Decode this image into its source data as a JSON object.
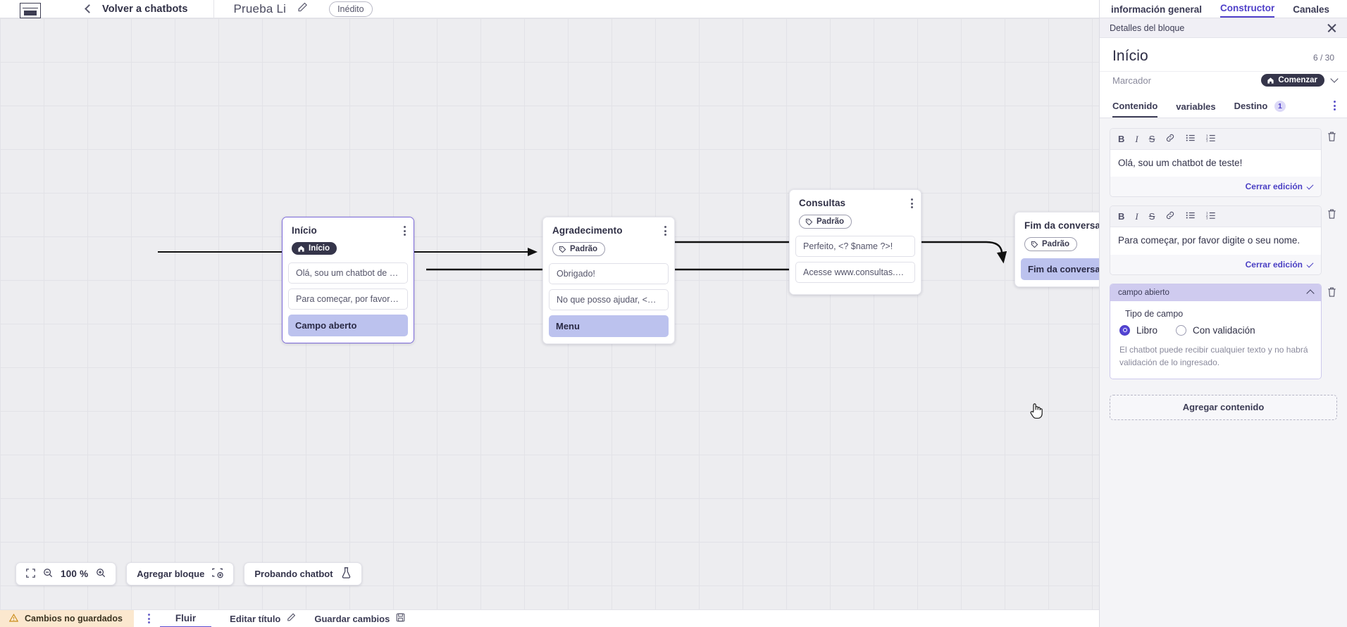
{
  "topbar": {
    "logo_icon": "app-logo-icon",
    "back_chevron_icon": "chevron-left-icon",
    "back_label": "Volver a chatbots",
    "doc_title": "Prueba Li",
    "edit_icon": "pencil-icon",
    "status_badge": "Inédito"
  },
  "canvas": {
    "zoom_level": "100 %",
    "fit_icon": "fit-screen-icon",
    "zoom_out_icon": "zoom-out-icon",
    "zoom_in_icon": "zoom-in-icon",
    "add_block_label": "Agregar bloque",
    "add_block_icon": "add-block-icon",
    "test_bot_label": "Probando chatbot",
    "test_bot_icon": "flask-icon",
    "nodes": [
      {
        "title": "Início",
        "tag": "Início",
        "tag_style": "dark",
        "tag_icon": "home-icon",
        "selected": true,
        "messages": [
          "Olá, sou um chatbot de teste!",
          "Para começar, por favor digite o ..."
        ],
        "chip": "Campo aberto"
      },
      {
        "title": "Agradecimento",
        "tag": "Padrão",
        "tag_style": "plain",
        "tag_icon": "tag-icon",
        "selected": false,
        "messages": [
          "Obrigado!",
          "No que posso ajudar, <? $name ..."
        ],
        "chip": "Menu"
      },
      {
        "title": "Consultas",
        "tag": "Padrão",
        "tag_style": "plain",
        "tag_icon": "tag-icon",
        "selected": false,
        "messages": [
          "Perfeito, <? $name ?>!",
          "Acesse www.consultas.com par..."
        ],
        "chip": null
      },
      {
        "title": "Fim da conversa",
        "tag": "Padrão",
        "tag_style": "plain",
        "tag_icon": "tag-icon",
        "selected": false,
        "messages": [],
        "chip": "Fim da conversa"
      }
    ]
  },
  "bottombar": {
    "unsaved_label": "Cambios no guardados",
    "warning_icon": "warning-triangle-icon",
    "kebab_icon": "kebab-menu-icon",
    "tab_flow": "Fluir",
    "edit_title_label": "Editar título",
    "edit_title_icon": "pencil-icon",
    "save_label": "Guardar cambios",
    "save_icon": "floppy-disk-icon"
  },
  "panel": {
    "tabs": [
      {
        "label": "información general",
        "active": false
      },
      {
        "label": "Constructor",
        "active": true
      },
      {
        "label": "Canales",
        "active": false
      }
    ],
    "subhead": "Detalles del bloque",
    "close_icon": "close-icon",
    "block_title": "Início",
    "block_count": "6 / 30",
    "marker_label": "Marcador",
    "marker_value": "Comenzar",
    "marker_icon": "home-icon",
    "marker_chevron_icon": "chevron-down-icon",
    "inner_tabs": [
      {
        "label": "Contenido",
        "active": true,
        "badge": null
      },
      {
        "label": "variables",
        "active": false,
        "badge": null
      },
      {
        "label": "Destino",
        "active": false,
        "badge": "1"
      }
    ],
    "inner_kebab_icon": "kebab-menu-icon",
    "editor_toolbar_icons": [
      "bold-icon",
      "italic-icon",
      "strikethrough-icon",
      "link-icon",
      "bulleted-list-icon",
      "numbered-list-icon"
    ],
    "delete_icon": "trash-icon",
    "editors": [
      {
        "text": "Olá, sou um chatbot de teste!",
        "footer": "Cerrar edición"
      },
      {
        "text": "Para começar, por favor digite o seu nome.",
        "footer": "Cerrar edición"
      }
    ],
    "field": {
      "header": "campo abierto",
      "collapse_icon": "chevron-up-icon",
      "subtitle": "Tipo de campo",
      "options": [
        {
          "label": "Libro",
          "selected": true
        },
        {
          "label": "Con validación",
          "selected": false
        }
      ],
      "help": "El chatbot puede recibir cualquier texto y no habrá validación de lo ingresado."
    },
    "add_content_label": "Agregar contenido"
  },
  "colors": {
    "accent": "#4f40c9",
    "chip": "#bcc2ee",
    "warning_bg": "#fbe8cf",
    "canvas_bg": "#ededf0"
  }
}
